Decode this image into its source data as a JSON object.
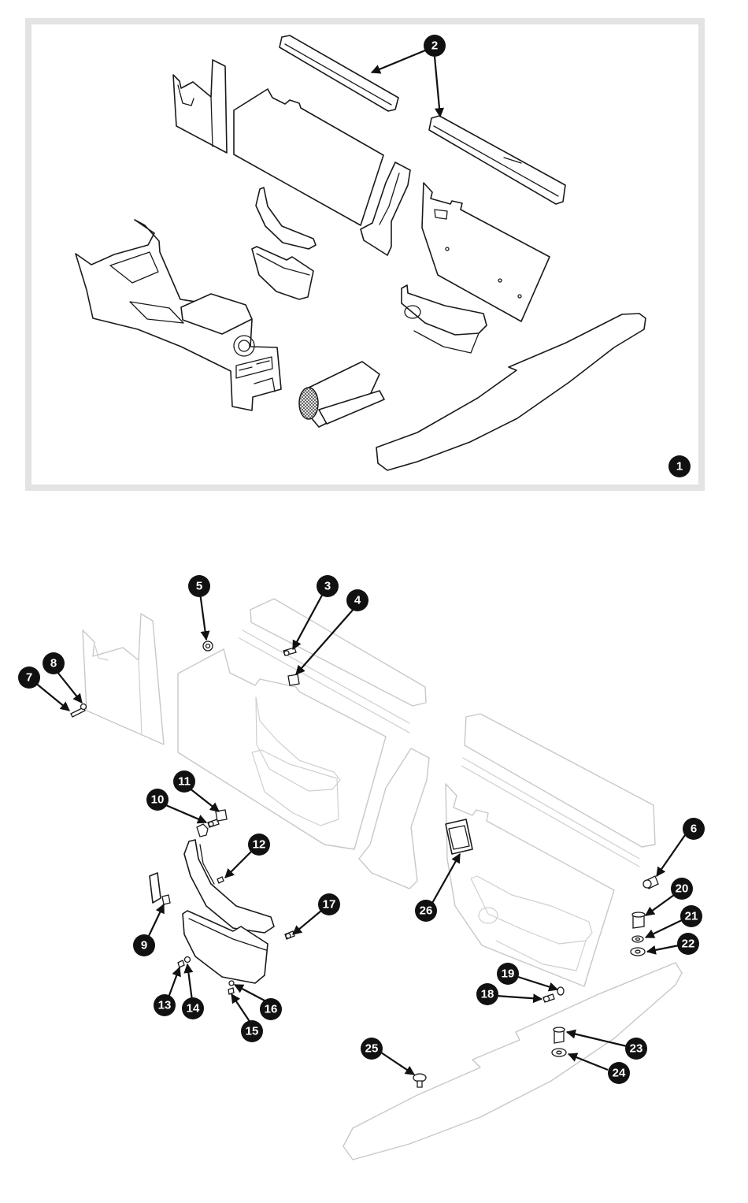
{
  "callouts": {
    "c1": "1",
    "c2": "2",
    "c3": "3",
    "c4": "4",
    "c5": "5",
    "c6": "6",
    "c7": "7",
    "c8": "8",
    "c9": "9",
    "c10": "10",
    "c11": "11",
    "c12": "12",
    "c13": "13",
    "c14": "14",
    "c15": "15",
    "c16": "16",
    "c17": "17",
    "c18": "18",
    "c19": "19",
    "c20": "20",
    "c21": "21",
    "c22": "22",
    "c23": "23",
    "c24": "24",
    "c25": "25",
    "c26": "26"
  },
  "colors": {
    "frame": "#e3e3e3",
    "line": "#1a1a1a",
    "ghost_line": "#c8c8c8",
    "callout": "#111111"
  }
}
